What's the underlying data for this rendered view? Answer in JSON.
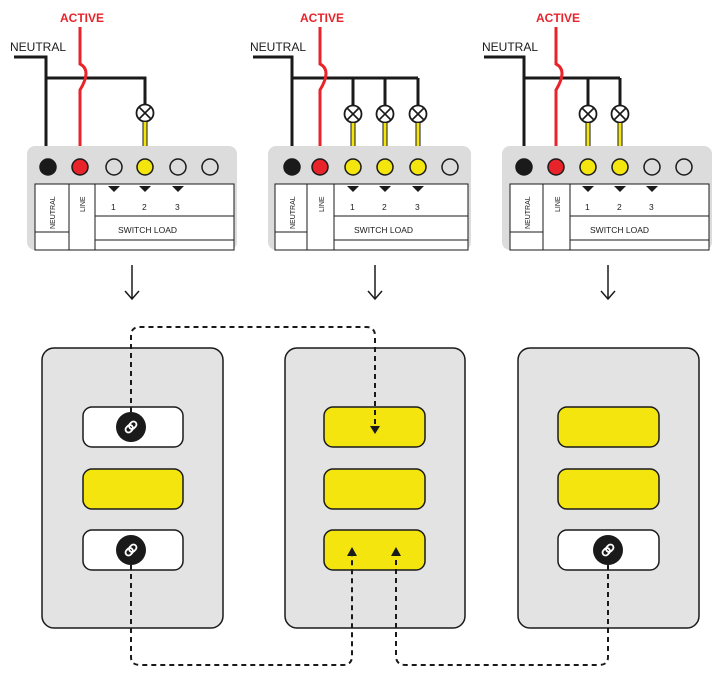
{
  "labels": {
    "active": "ACTIVE",
    "neutral": "NEUTRAL",
    "terminal_neutral": "NEUTRAL",
    "terminal_line": "LINE",
    "switch_load": "SWITCH LOAD",
    "channel_1": "1",
    "channel_2": "2",
    "channel_3": "3"
  },
  "colors": {
    "active_wire": "#e8232a",
    "neutral_wire": "#1a1a1a",
    "load_wire": "#f4e50f",
    "button_yellow": "#f4e50f",
    "plate_grey": "#e3e3e3",
    "module_grey": "#dcdcdc"
  },
  "modules": [
    {
      "lamps_on_channels": [
        2
      ],
      "icon": "light-bulb-icon"
    },
    {
      "lamps_on_channels": [
        1,
        2,
        3
      ],
      "icon": "light-bulb-icon"
    },
    {
      "lamps_on_channels": [
        1,
        2
      ],
      "icon": "light-bulb-icon"
    }
  ],
  "wall_switches": [
    {
      "buttons": [
        "linked",
        "load",
        "linked"
      ]
    },
    {
      "buttons": [
        "load",
        "load",
        "load"
      ]
    },
    {
      "buttons": [
        "load",
        "load",
        "linked"
      ]
    }
  ],
  "link_icon": "chain-link-icon"
}
